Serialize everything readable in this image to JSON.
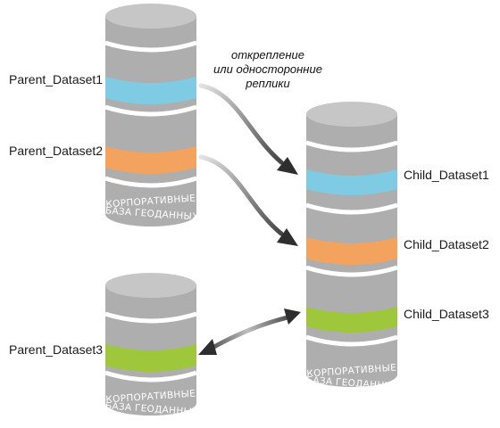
{
  "colors": {
    "cylinder": "#aeaeae",
    "cylinder_side": "#9a9a9a",
    "cylinder_top": "#c9c9c9",
    "band_blue": "#7fcbe3",
    "band_orange": "#f4a35e",
    "band_green": "#9fc73b",
    "arrow_dark": "#333333",
    "arrow_light": "#d4d4d4"
  },
  "labels": {
    "parent1": "Parent_Dataset1",
    "parent2": "Parent_Dataset2",
    "parent3": "Parent_Dataset3",
    "child1": "Child_Dataset1",
    "child2": "Child_Dataset2",
    "child3": "Child_Dataset3"
  },
  "note": {
    "line1": "открепление",
    "line2": "или односторонние",
    "line3": "реплики"
  },
  "db_caption": {
    "line1": "КОРПОРАТИВНЫЕ",
    "line2": "БАЗА ГЕОДАННЫХ"
  }
}
